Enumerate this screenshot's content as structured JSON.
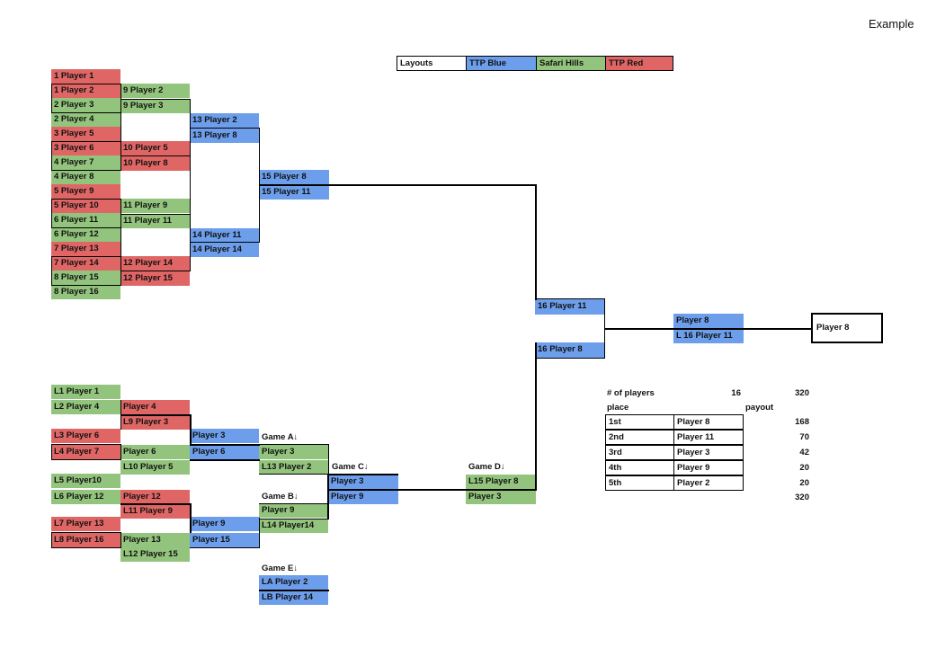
{
  "header": {
    "title": "Example"
  },
  "legend": {
    "title": "Layouts",
    "blue": "TTP Blue",
    "green": "Safari Hills",
    "red": "TTP Red"
  },
  "winners": {
    "r1": [
      "1 Player 1",
      "1 Player 2",
      "2 Player 3",
      "2 Player 4",
      "3 Player 5",
      "3 Player 6",
      "4 Player 7",
      "4 Player 8",
      "5 Player 9",
      "5 Player 10",
      "6 Player 11",
      "6 Player 12",
      "7 Player 13",
      "7 Player 14",
      "8 Player 15",
      "8 Player 16"
    ],
    "r2": [
      "9 Player 2",
      "9 Player 3",
      "10 Player 5",
      "10 Player 8",
      "11 Player 9",
      "11 Player 11",
      "12 Player 14",
      "12 Player 15"
    ],
    "r3": [
      "13 Player 2",
      "13 Player 8",
      "14 Player 11",
      "14 Player 14"
    ],
    "r4": [
      "15 Player 8",
      "15 Player 11"
    ]
  },
  "final": {
    "top": "16 Player 11",
    "bottom": "16 Player 8",
    "grand": [
      "Player 8",
      "L 16 Player 11"
    ],
    "champion": "Player 8"
  },
  "losers": {
    "c1": [
      "L1 Player 1",
      "L2 Player 4",
      "L3 Player 6",
      "L4 Player 7",
      "L5 Player10",
      "L6 Player 12",
      "L7 Player 13",
      "L8 Player 16"
    ],
    "c2": [
      "Player 4",
      "L9 Player 3",
      "Player 6",
      "L10 Player 5",
      "Player 12",
      "L11 Player 9",
      "Player 13",
      "L12 Player 15"
    ],
    "c3": [
      "Player 3",
      "Player 6",
      "Player 9",
      "Player 15"
    ],
    "c4": [
      "Game A↓",
      "Player 3",
      "L13 Player 2",
      "Game B↓",
      "Player 9",
      "L14 Player14"
    ],
    "c5": [
      "Game C↓",
      "Player 3",
      "Player 9"
    ],
    "c6": [
      "Game D↓",
      "L15 Player 8",
      "Player 3"
    ],
    "gameE": [
      "Game E↓",
      "LA Player 2",
      "LB Player 14"
    ]
  },
  "payout": {
    "players_label": "# of players",
    "players": "16",
    "pot": "320",
    "place_label": "place",
    "payout_label": "payout",
    "rows": [
      {
        "place": "1st",
        "player": "Player 8",
        "amount": "168"
      },
      {
        "place": "2nd",
        "player": "Player 11",
        "amount": "70"
      },
      {
        "place": "3rd",
        "player": "Player 3",
        "amount": "42"
      },
      {
        "place": "4th",
        "player": "Player 9",
        "amount": "20"
      },
      {
        "place": "5th",
        "player": "Player 2",
        "amount": "20"
      }
    ],
    "total": "320",
    "colors": {
      "red": "#e06666",
      "green": "#93c47d",
      "blue": "#6d9eeb"
    }
  }
}
